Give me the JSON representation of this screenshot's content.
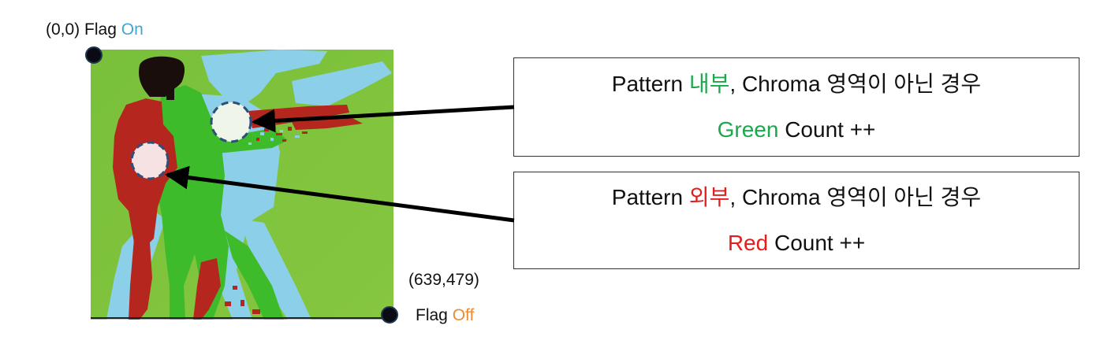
{
  "top_left": {
    "coord": "(0,0)",
    "flag_word": "Flag",
    "state": "On",
    "state_color": "#41a6cf"
  },
  "bottom_right": {
    "coord": "(639,479)",
    "flag_word": "Flag",
    "state": "Off",
    "state_color": "#f08a30"
  },
  "box_inside": {
    "pattern_word": "Pattern",
    "location": "내부",
    "location_color": "#1aa84c",
    "rest": ", Chroma 영역이 아닌 경우",
    "count_color_word": "Green",
    "count_text": " Count ++"
  },
  "box_outside": {
    "pattern_word": "Pattern",
    "location": "외부",
    "location_color": "#e02020",
    "rest": ", Chroma 영역이 아닌 경우",
    "count_color_word": "Red",
    "count_text": " Count ++"
  },
  "colors": {
    "background_green": "#7ec23c",
    "figure_green": "#3dbb2a",
    "cyan": "#8ccfe8",
    "red": "#b4261e",
    "dark": "#1a0e0c",
    "sample_inside_fill": "#f0f5ea",
    "sample_outside_fill": "#f6e2e2"
  }
}
